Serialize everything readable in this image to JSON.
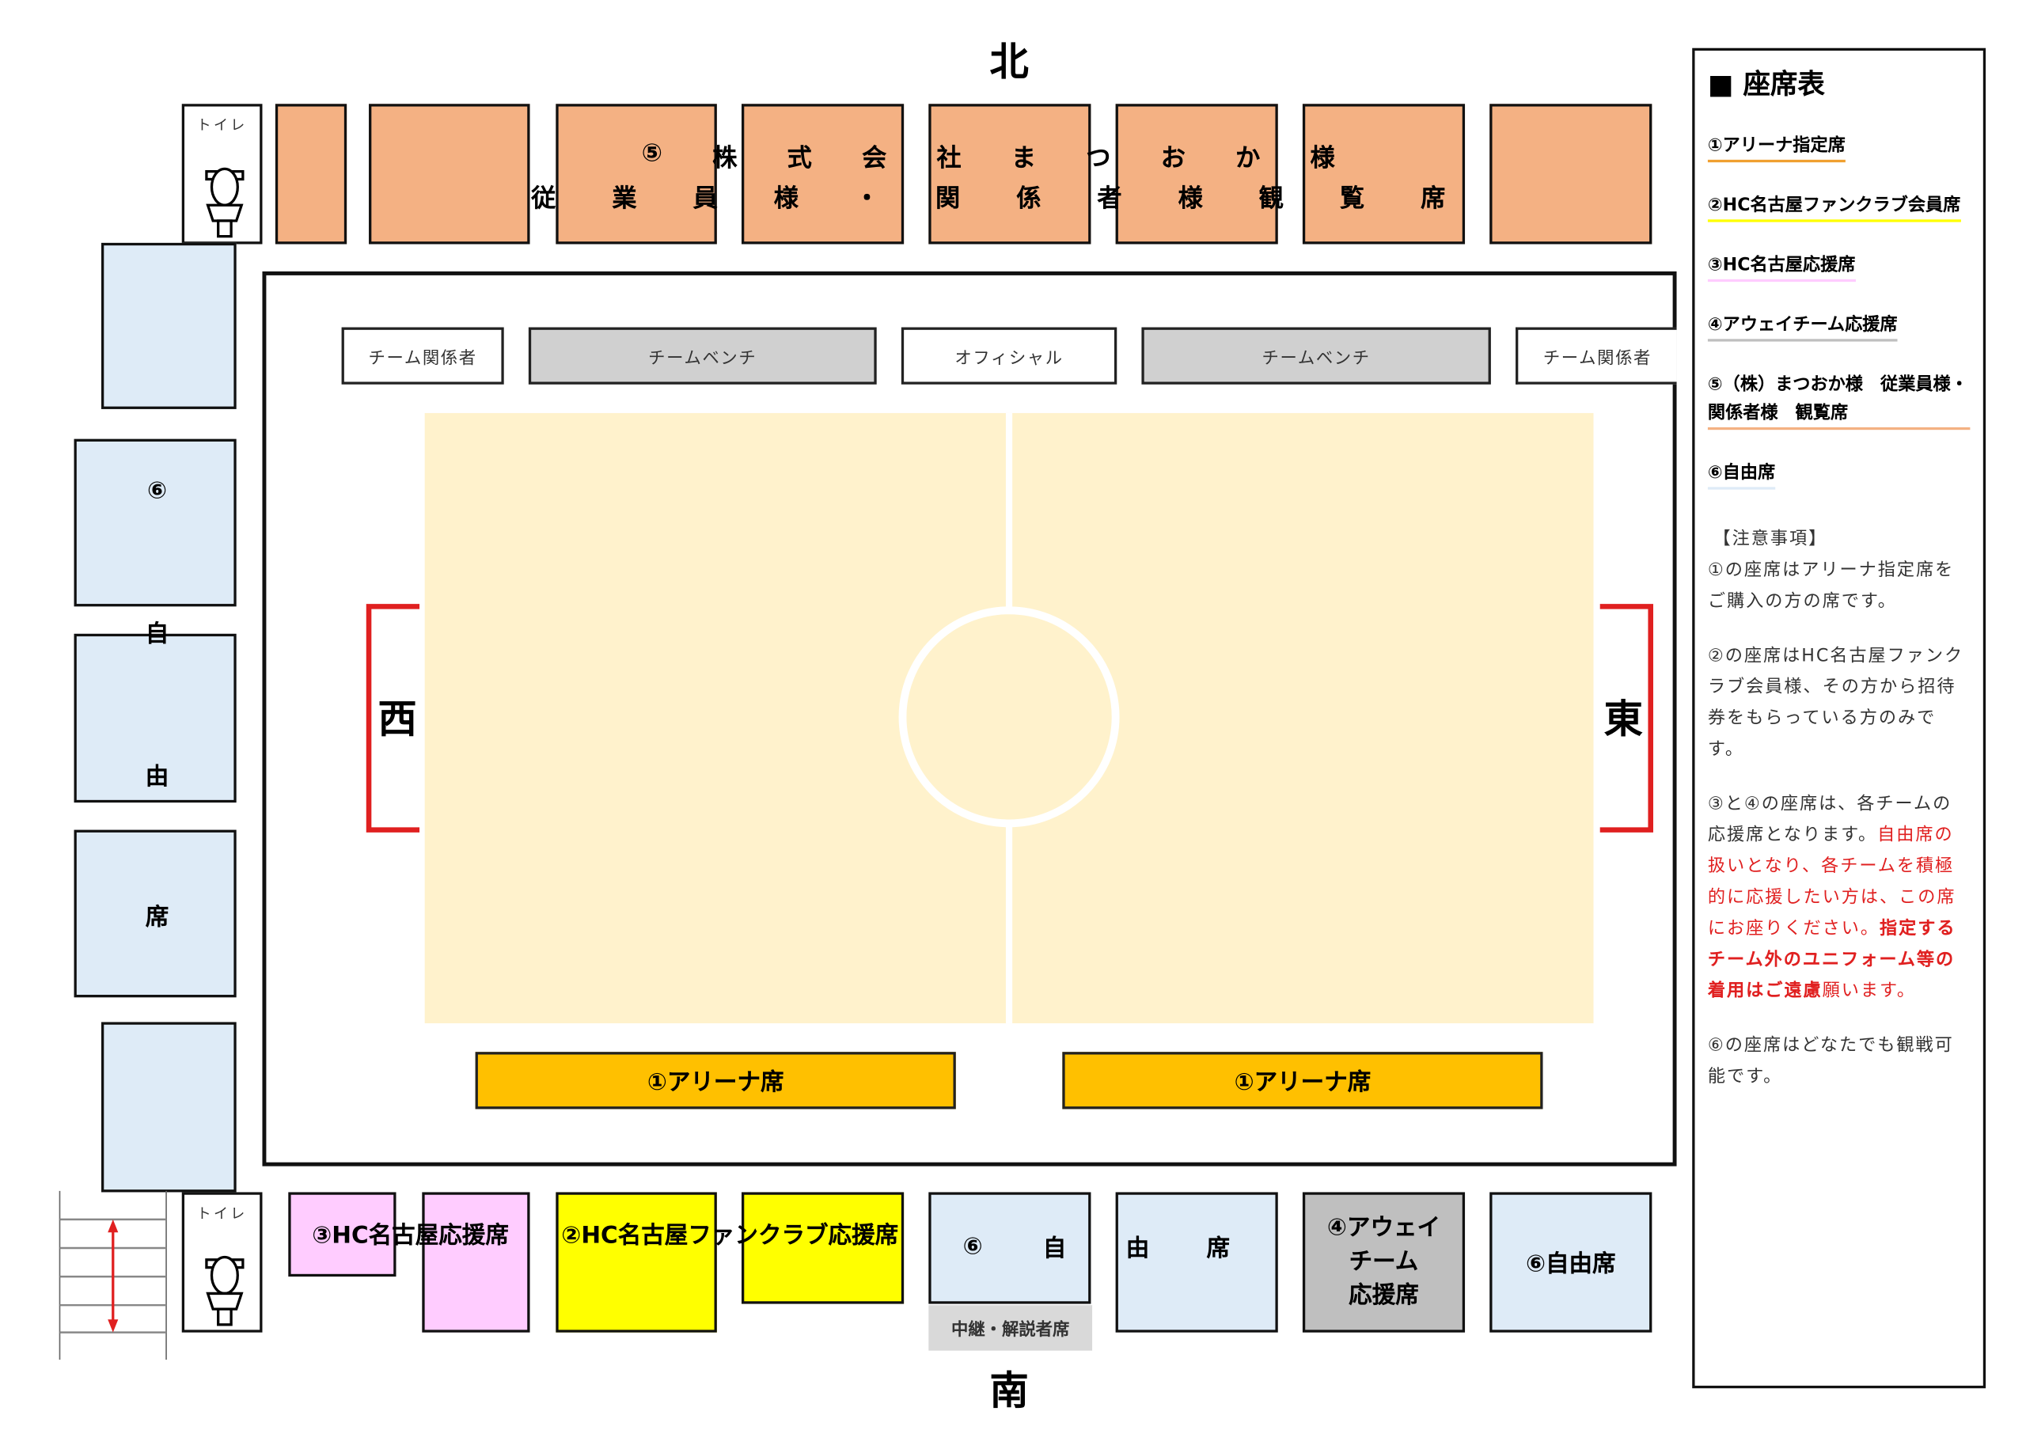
{
  "directions": {
    "north": "北",
    "south": "南",
    "west": "西",
    "east": "東"
  },
  "toilet_label": "トイレ",
  "top_stand_text": {
    "line1": "⑤株式会社まつおか様",
    "line2": "従業員様・関係者様観覧席"
  },
  "benches": [
    "チーム関係者",
    "チームベンチ",
    "オフィシャル",
    "チームベンチ",
    "チーム関係者"
  ],
  "arena_seats": [
    "①アリーナ席",
    "①アリーナ席"
  ],
  "west_stand": {
    "number": "⑥",
    "chars": [
      "自",
      "由",
      "席"
    ]
  },
  "south_stand": {
    "hc_support": "③HC名古屋応援席",
    "fanclub": "②HC名古屋ファンクラブ応援席",
    "free_a_num": "⑥",
    "free_a_char": "自",
    "commentary": "中継・解説者席",
    "free_b": [
      "由",
      "席"
    ],
    "away": [
      "④アウェイ",
      "チーム",
      "応援席"
    ],
    "free_c": "⑥自由席"
  },
  "legend": {
    "title": "■ 座席表",
    "items": [
      {
        "label": "①アリーナ指定席",
        "color": "#f0a030"
      },
      {
        "label": "②HC名古屋ファンクラブ会員席",
        "color": "#ffff00"
      },
      {
        "label": "③HC名古屋応援席",
        "color": "#ffccff"
      },
      {
        "label": "④アウェイチーム応援席",
        "color": "#bfbfbf"
      },
      {
        "label": "⑤（株）まつおか様　従業員様・関係者様　観覧席",
        "color": "#f4b183"
      },
      {
        "label": "⑥自由席",
        "color": "#deebf7"
      }
    ],
    "notes_heading": "【注意事項】",
    "note1": "①の座席はアリーナ指定席をご購入の方の席です。",
    "note2": "②の座席はHC名古屋ファンクラブ会員様、その方から招待券をもらっている方のみです。",
    "note3_a": "③と④の座席は、各チームの応援席となります。",
    "note3_b": "自由席の扱いとなり、各チームを積極的に応援したい方は、この席にお座りください。",
    "note3_c": "指定するチーム外のユニフォーム等の着用はご遠慮",
    "note3_d": "願います。",
    "note4": "⑥の座席はどなたでも観戦可能です。"
  }
}
